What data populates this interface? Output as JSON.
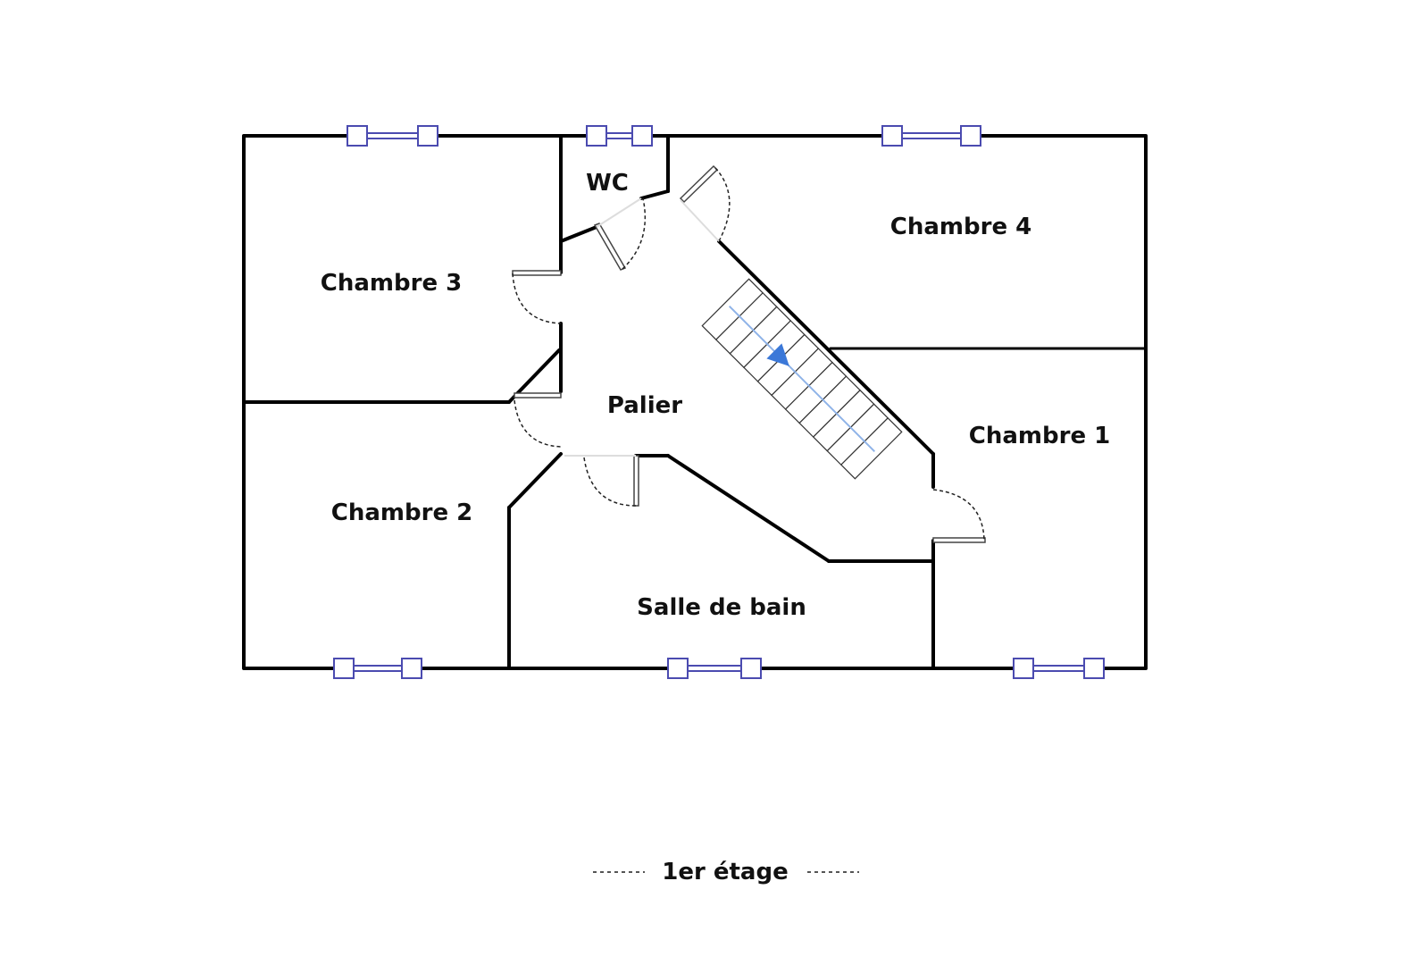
{
  "rooms": {
    "wc": "WC",
    "chambre_4": "Chambre 4",
    "chambre_3": "Chambre 3",
    "palier": "Palier",
    "chambre_1": "Chambre 1",
    "chambre_2": "Chambre 2",
    "salle_de_bain": "Salle de bain"
  },
  "caption": "1er étage",
  "colors": {
    "wall": "#000000",
    "window": "#4b4bb0",
    "stair_arrow": "#3b78d8"
  },
  "icons": {
    "stair_direction": "arrow-down-icon"
  }
}
